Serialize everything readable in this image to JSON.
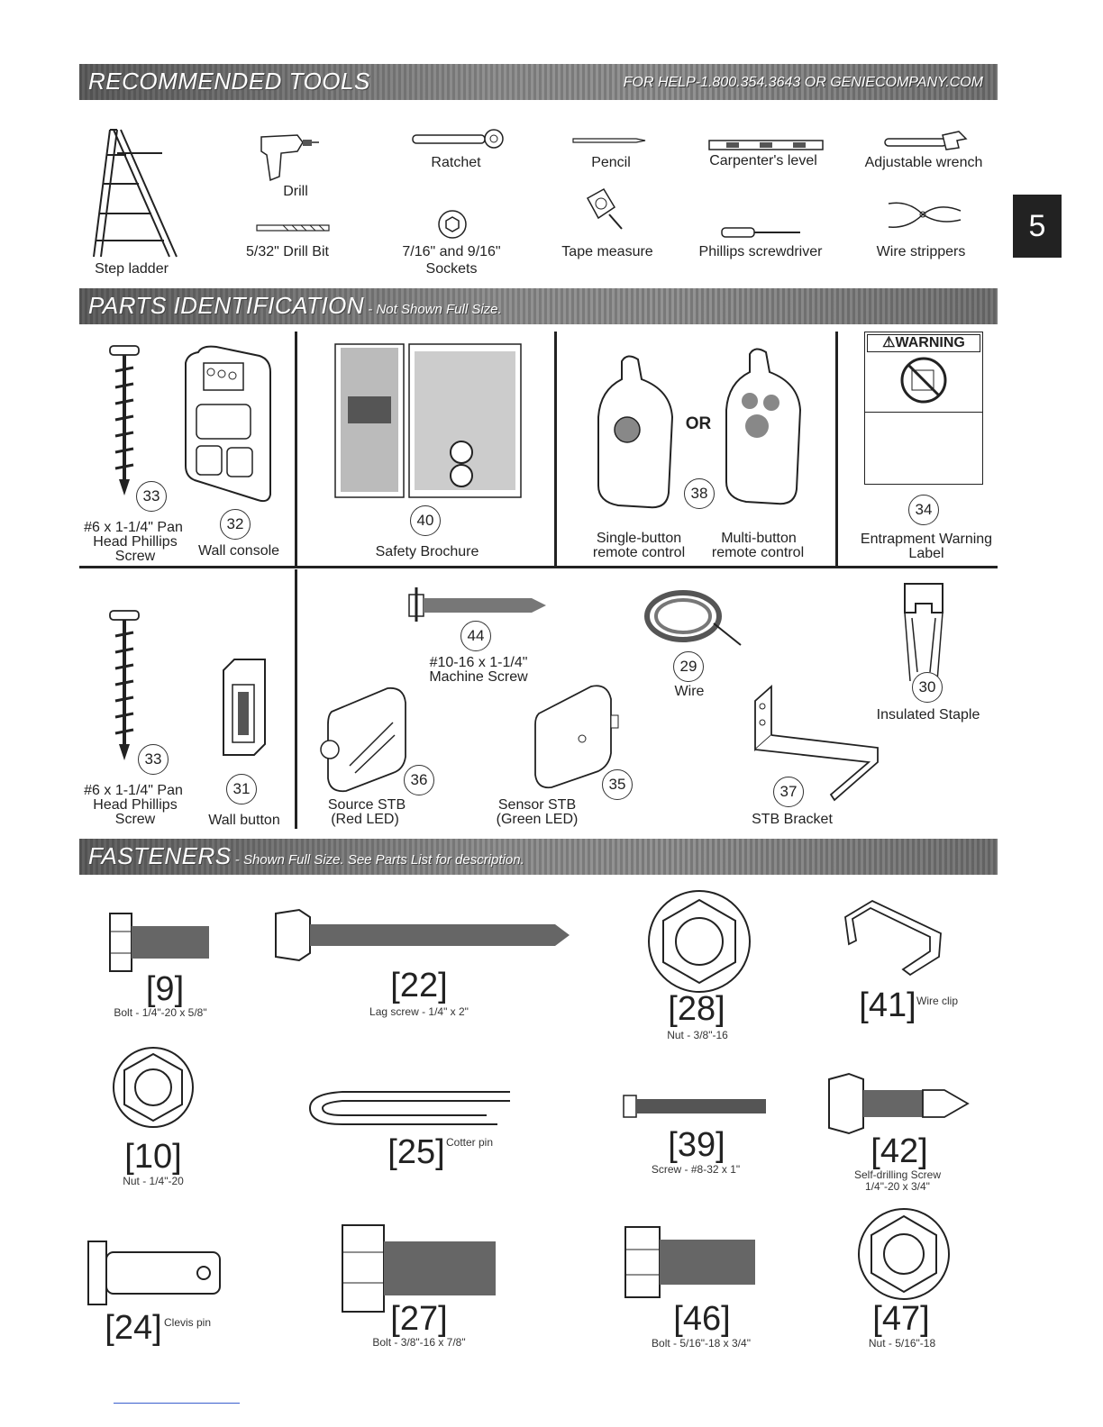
{
  "page_tab": "5",
  "banners": {
    "tools_title": "RECOMMENDED TOOLS",
    "help": "FOR HELP-1.800.354.3643 OR GENIECOMPANY.COM",
    "parts_title": "PARTS IDENTIFICATION",
    "parts_sub": " - Not Shown Full Size.",
    "fasteners_title": "FASTENERS",
    "fasteners_sub": " - Shown Full Size. See Parts List for description."
  },
  "tools": {
    "step_ladder": "Step ladder",
    "drill": "Drill",
    "drill_bit": "5/32\" Drill Bit",
    "ratchet": "Ratchet",
    "sockets_1": "7/16\" and 9/16\"",
    "sockets_2": "Sockets",
    "pencil": "Pencil",
    "tape_measure": "Tape measure",
    "level": "Carpenter's level",
    "screwdriver": "Phillips screwdriver",
    "wrench": "Adjustable wrench",
    "wire_strippers": "Wire strippers"
  },
  "parts": {
    "p33a": {
      "num": "33",
      "l1": "#6 x 1-1/4\" Pan",
      "l2": "Head Phillips",
      "l3": "Screw"
    },
    "p32": {
      "num": "32",
      "label": "Wall console"
    },
    "p40": {
      "num": "40",
      "label": "Safety Brochure"
    },
    "p38": {
      "num": "38",
      "or": "OR",
      "single_1": "Single-button",
      "single_2": "remote control",
      "multi_1": "Multi-button",
      "multi_2": "remote control"
    },
    "p34": {
      "num": "34",
      "warning": "⚠WARNING",
      "l1": "Entrapment Warning",
      "l2": "Label"
    },
    "p33b": {
      "num": "33",
      "l1": "#6 x 1-1/4\" Pan",
      "l2": "Head Phillips",
      "l3": "Screw"
    },
    "p31": {
      "num": "31",
      "label": "Wall button"
    },
    "p44": {
      "num": "44",
      "l1": "#10-16 x 1-1/4\"",
      "l2": "Machine Screw"
    },
    "p29": {
      "num": "29",
      "label": "Wire"
    },
    "p30": {
      "num": "30",
      "label": "Insulated Staple"
    },
    "p36": {
      "num": "36",
      "l1": "Source STB",
      "l2": "(Red LED)"
    },
    "p35": {
      "num": "35",
      "l1": "Sensor STB",
      "l2": "(Green LED)"
    },
    "p37": {
      "num": "37",
      "label": "STB Bracket"
    }
  },
  "fasteners": {
    "f9": {
      "num": "[9]",
      "desc": "Bolt - 1/4\"-20 x 5/8\""
    },
    "f22": {
      "num": "[22]",
      "desc": "Lag screw - 1/4\" x 2\""
    },
    "f28": {
      "num": "[28]",
      "desc": "Nut - 3/8\"-16"
    },
    "f41": {
      "num": "[41]",
      "desc": "Wire clip"
    },
    "f10": {
      "num": "[10]",
      "desc": "Nut - 1/4\"-20"
    },
    "f25": {
      "num": "[25]",
      "desc": "Cotter pin"
    },
    "f39": {
      "num": "[39]",
      "desc": "Screw - #8-32 x 1\""
    },
    "f42": {
      "num": "[42]",
      "desc1": "Self-drilling Screw",
      "desc2": "1/4\"-20 x 3/4\""
    },
    "f24": {
      "num": "[24]",
      "desc": "Clevis pin"
    },
    "f27": {
      "num": "[27]",
      "desc": "Bolt - 3/8\"-16 x 7/8\""
    },
    "f46": {
      "num": "[46]",
      "desc": "Bolt - 5/16\"-18 x 3/4\""
    },
    "f47": {
      "num": "[47]",
      "desc": "Nut - 5/16\"-18"
    }
  }
}
